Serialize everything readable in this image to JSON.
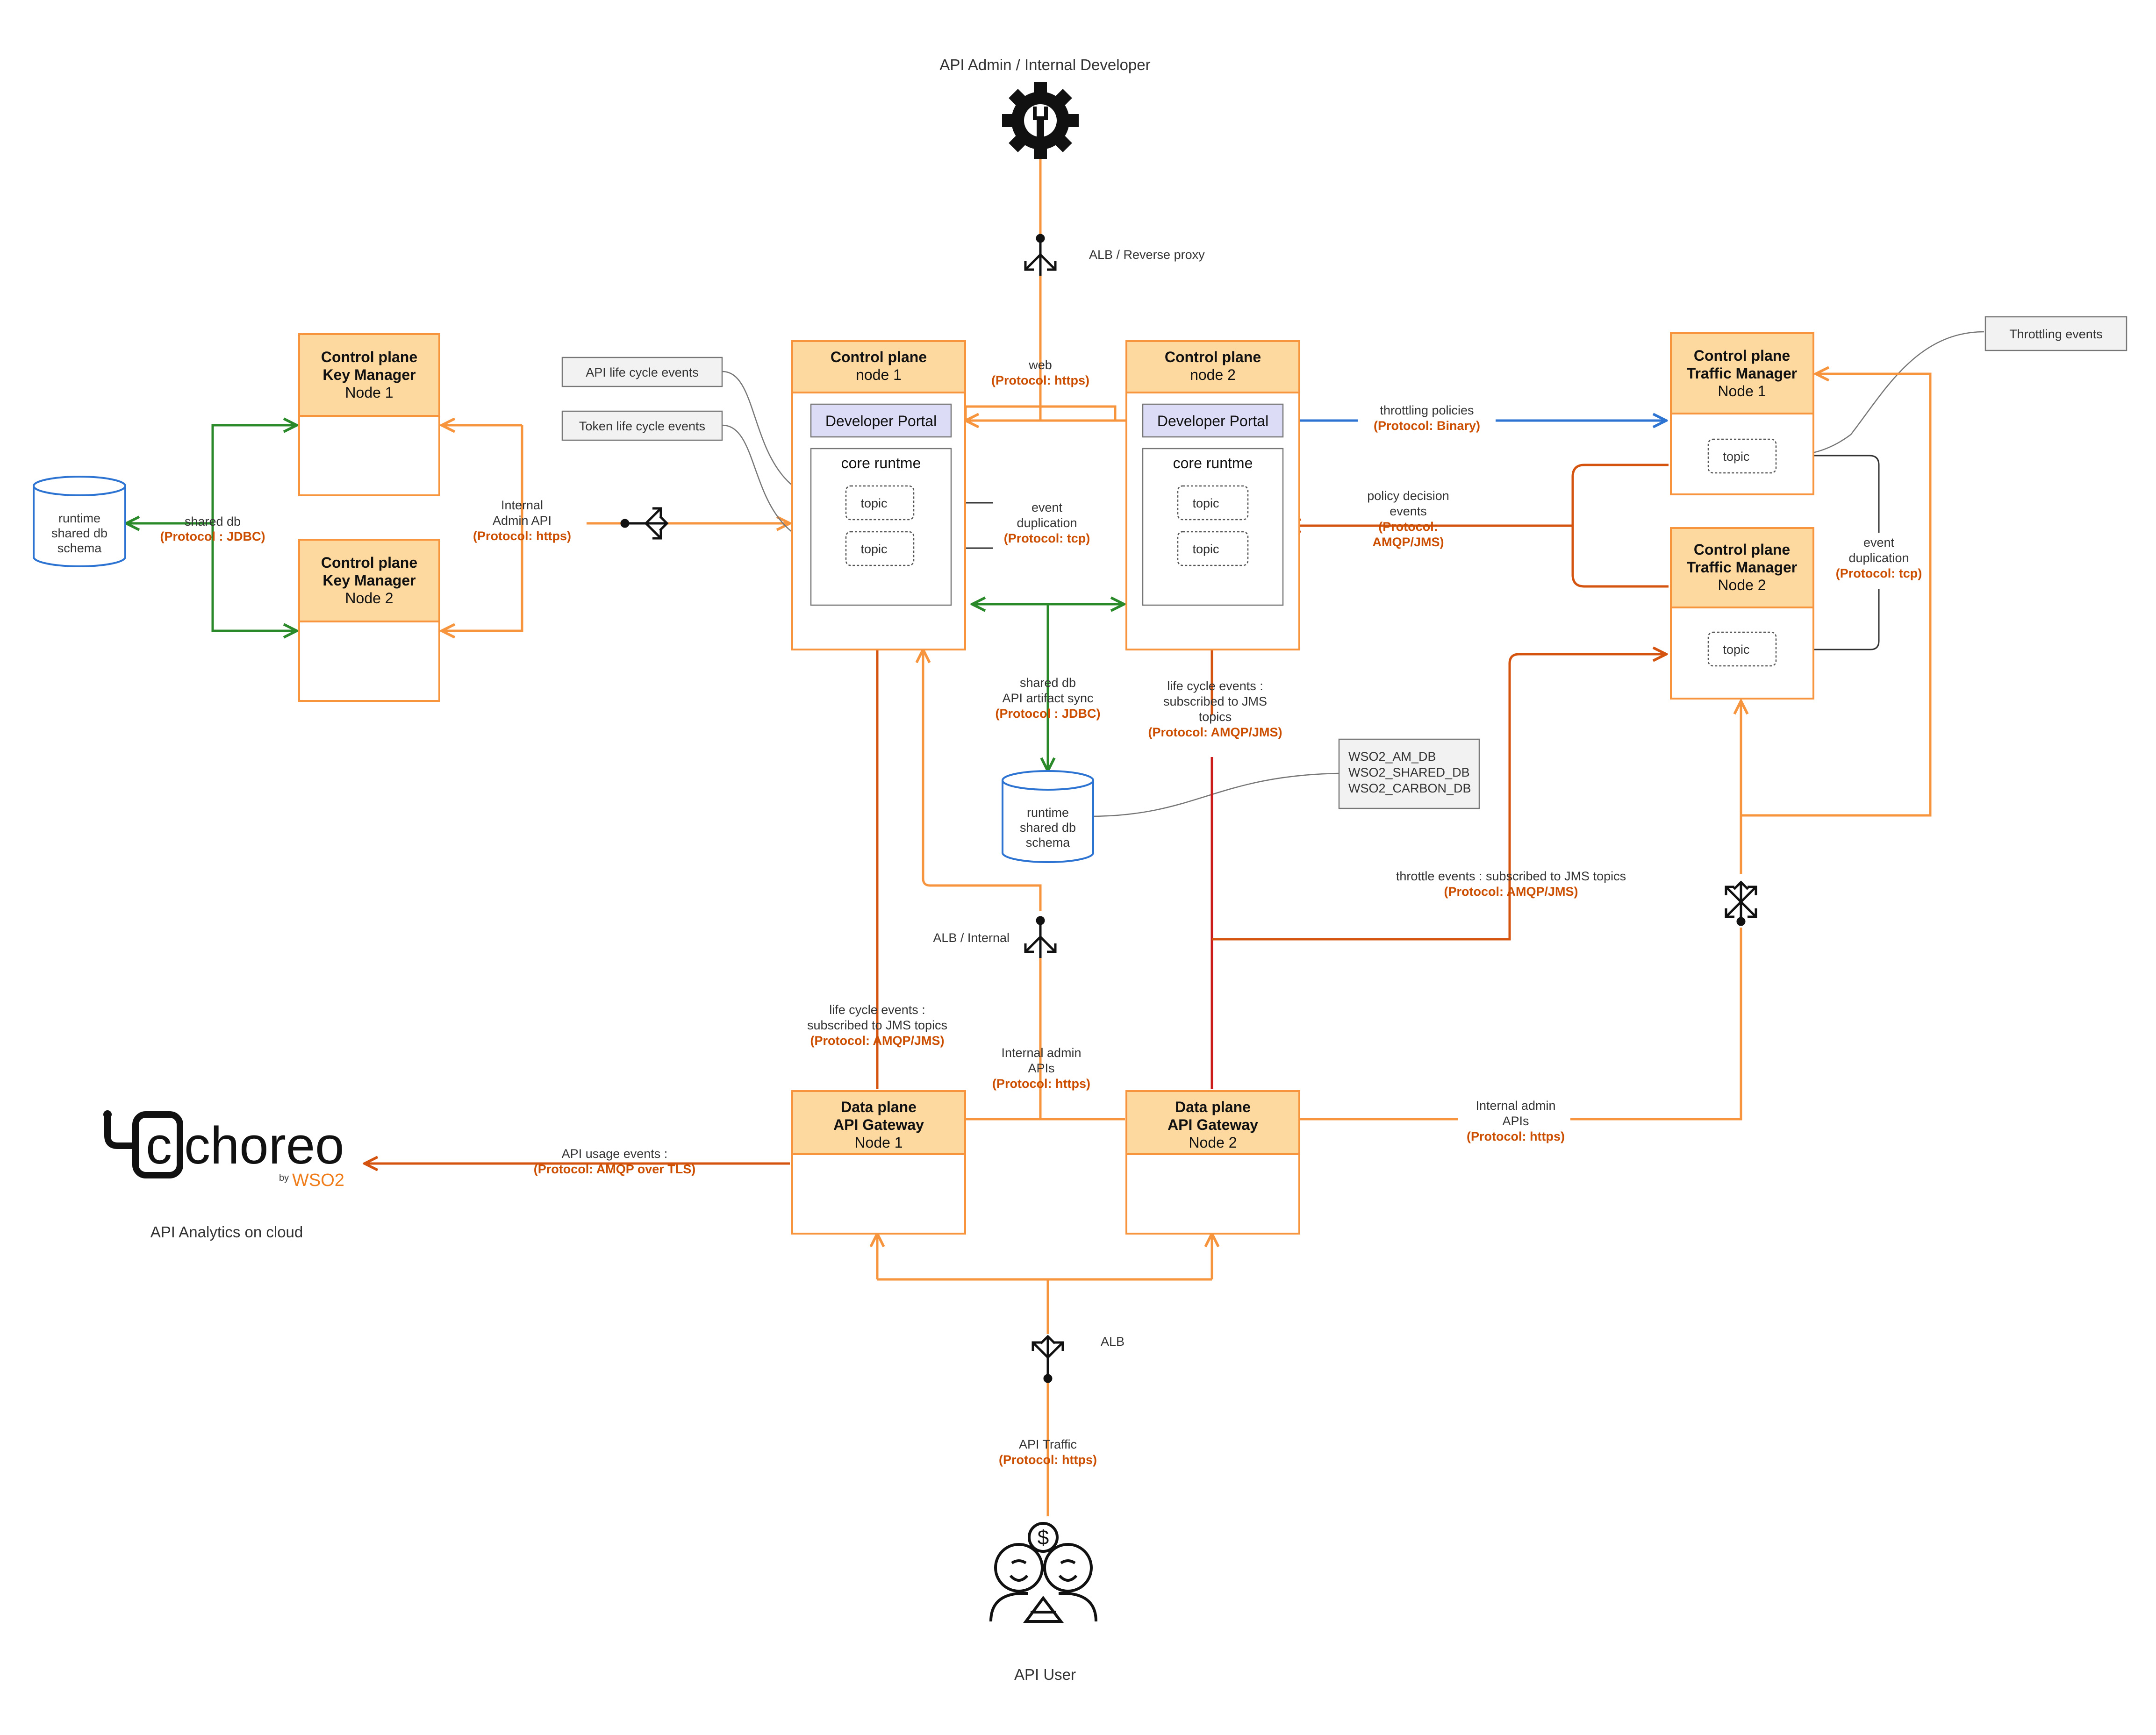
{
  "actors": {
    "admin": "API Admin / Internal Developer",
    "user": "API User",
    "analytics": "API Analytics on cloud",
    "choreo_logo": "choreo",
    "choreo_by": "by",
    "wso2_logo": "WSO2"
  },
  "control_plane": {
    "node1": {
      "title": "Control plane",
      "sub": "node 1",
      "portal": "Developer Portal",
      "core": "core runtme",
      "topic1": "topic",
      "topic2": "topic"
    },
    "node2": {
      "title": "Control plane",
      "sub": "node 2",
      "portal": "Developer Portal",
      "core": "core runtme",
      "topic1": "topic",
      "topic2": "topic"
    }
  },
  "key_manager": {
    "node1": {
      "title1": "Control plane",
      "title2": "Key Manager",
      "sub": "Node 1"
    },
    "node2": {
      "title1": "Control plane",
      "title2": "Key Manager",
      "sub": "Node 2"
    }
  },
  "traffic_manager": {
    "node1": {
      "title1": "Control plane",
      "title2": "Traffic Manager",
      "sub": "Node 1",
      "topic": "topic"
    },
    "node2": {
      "title1": "Control plane",
      "title2": "Traffic Manager",
      "sub": "Node 2",
      "topic": "topic"
    }
  },
  "gateway": {
    "node1": {
      "title1": "Data plane",
      "title2": "API Gateway",
      "sub": "Node 1"
    },
    "node2": {
      "title1": "Data plane",
      "title2": "API Gateway",
      "sub": "Node 2"
    }
  },
  "databases": {
    "left": [
      "runtime",
      "shared db",
      "schema"
    ],
    "center": [
      "runtime",
      "shared db",
      "schema"
    ]
  },
  "notes": {
    "api_life_cycle": "API life cycle events",
    "token_life_cycle": "Token life cycle events",
    "throttling_events": "Throttling events",
    "db_names": [
      "WSO2_AM_DB",
      "WSO2_SHARED_DB",
      "WSO2_CARBON_DB"
    ]
  },
  "labels": {
    "alb_reverse_proxy": "ALB / Reverse proxy",
    "alb_internal": "ALB / Internal",
    "alb": "ALB",
    "web": "web",
    "web_proto": "(Protocol: https)",
    "shared_db_left": "shared db",
    "shared_db_left_proto": "(Protocol : JDBC)",
    "internal_admin_api": [
      "Internal",
      "Admin API"
    ],
    "internal_admin_api_proto": "(Protocol: https)",
    "event_dup_cp": [
      "event",
      "duplication"
    ],
    "event_dup_cp_proto": "(Protocol: tcp)",
    "throttling_policies": "throttling policies",
    "throttling_policies_proto": "(Protocol: Binary)",
    "policy_decision": [
      "policy decision",
      "events"
    ],
    "policy_decision_proto": [
      "(Protocol:",
      "AMQP/JMS)"
    ],
    "event_dup_tm": [
      "event",
      "duplication"
    ],
    "event_dup_tm_proto": "(Protocol: tcp)",
    "shared_db_center": [
      "shared db",
      "API artifact sync"
    ],
    "shared_db_center_proto": "(Protocol : JDBC)",
    "lifecycle_right": [
      "life cycle events :",
      "subscribed to JMS",
      "topics"
    ],
    "lifecycle_right_proto": "(Protocol: AMQP/JMS)",
    "throttle_events": "throttle events : subscribed to JMS topics",
    "throttle_events_proto": "(Protocol: AMQP/JMS)",
    "lifecycle_left": [
      "life cycle events :",
      "subscribed to JMS topics"
    ],
    "lifecycle_left_proto": "(Protocol: AMQP/JMS)",
    "internal_admin_center": [
      "Internal admin",
      "APIs"
    ],
    "internal_admin_center_proto": "(Protocol: https)",
    "internal_admin_right": [
      "Internal admin",
      "APIs"
    ],
    "internal_admin_right_proto": "(Protocol: https)",
    "api_usage": "API usage events :",
    "api_usage_proto": "(Protocol: AMQP over TLS)",
    "api_traffic": "API Traffic",
    "api_traffic_proto": "(Protocol: https)"
  },
  "colors": {
    "orange": "#f7953f",
    "dark_orange": "#d4530f",
    "green": "#2a8a2a",
    "blue": "#2c73d2",
    "red": "#cc1b1b",
    "header_fill": "#fdd9a0",
    "portal_fill": "#dcdcf7"
  }
}
